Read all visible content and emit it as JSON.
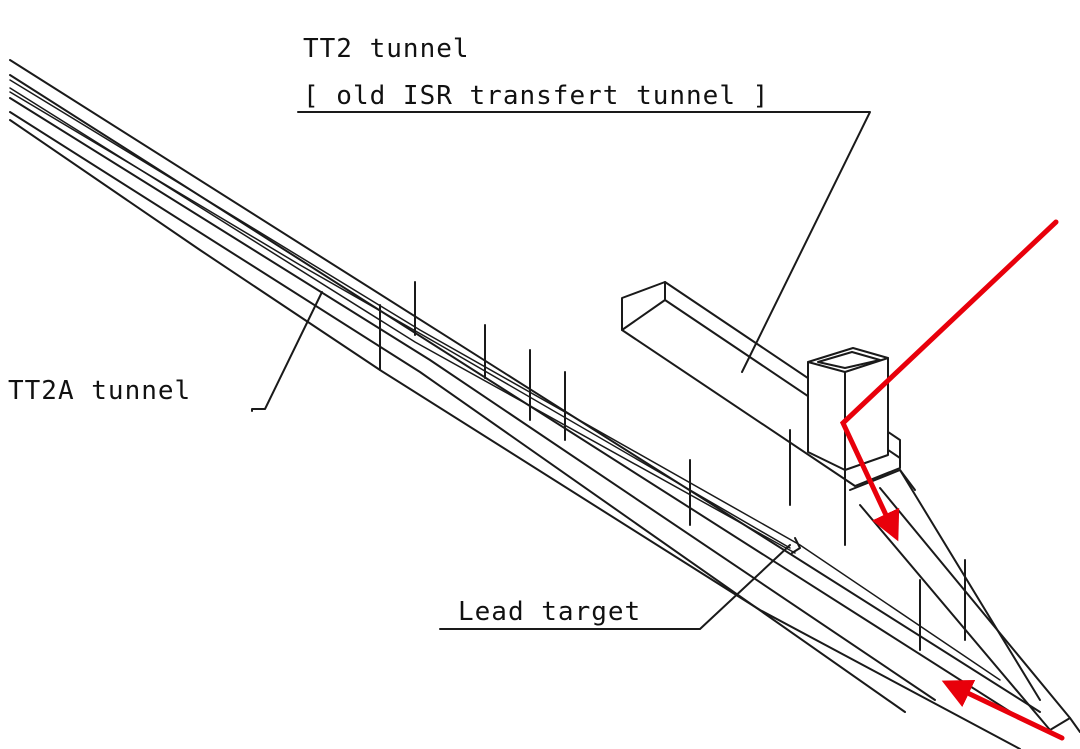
{
  "labels": {
    "tt2_title": "TT2 tunnel",
    "tt2_subtitle": "[ old ISR transfert tunnel ]",
    "tt2a": "TT2A tunnel",
    "lead_target": "Lead target"
  },
  "colors": {
    "line": "#1a1a1a",
    "arrow": "#e8000b",
    "background": "#ffffff"
  }
}
